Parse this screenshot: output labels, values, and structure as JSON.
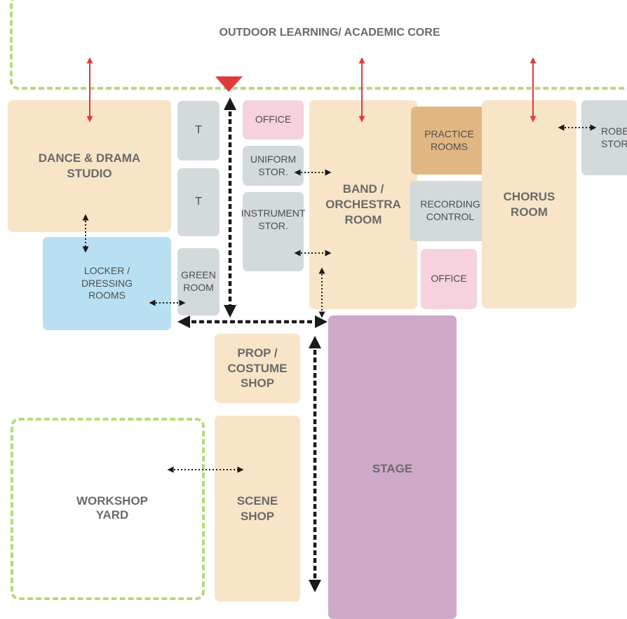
{
  "zones": {
    "academic_core": "OUTDOOR LEARNING/ ACADEMIC CORE",
    "workshop_yard": "WORKSHOP\nYARD"
  },
  "rooms": {
    "dance_drama": "DANCE & DRAMA\nSTUDIO",
    "toilet_1": "T",
    "toilet_2": "T",
    "green_room": "GREEN\nROOM",
    "office_1": "OFFICE",
    "uniform_storage": "UNIFORM\nSTOR.",
    "instrument_storage": "INSTRUMENT\nSTOR.",
    "band_orchestra": "BAND /\nORCHESTRA\nROOM",
    "practice_rooms": "PRACTICE\nROOMS",
    "recording_control": "RECORDING\nCONTROL",
    "office_2": "OFFICE",
    "chorus_room": "CHORUS\nROOM",
    "robe_storage": "ROBE\nSTOR.",
    "locker_dressing": "LOCKER /\nDRESSING\nROOMS",
    "prop_costume": "PROP /\nCOSTUME\nSHOP",
    "scene_shop": "SCENE\nSHOP",
    "stage": "STAGE"
  },
  "colors": {
    "zone_outline": "#b8d97a",
    "access_arrow": "#e03a3e",
    "circulation_arrow": "#1a1a1a",
    "performance_spaces": "#f8e5c8",
    "support_spaces": "#d3dadb",
    "offices": "#f5d2de",
    "locker_rooms": "#b8e0f2",
    "practice_rooms": "#e2b683",
    "stage": "#cfa9c9"
  },
  "icons": {
    "entry_marker": "red-triangle-icon",
    "access_link": "double-arrow-icon"
  }
}
